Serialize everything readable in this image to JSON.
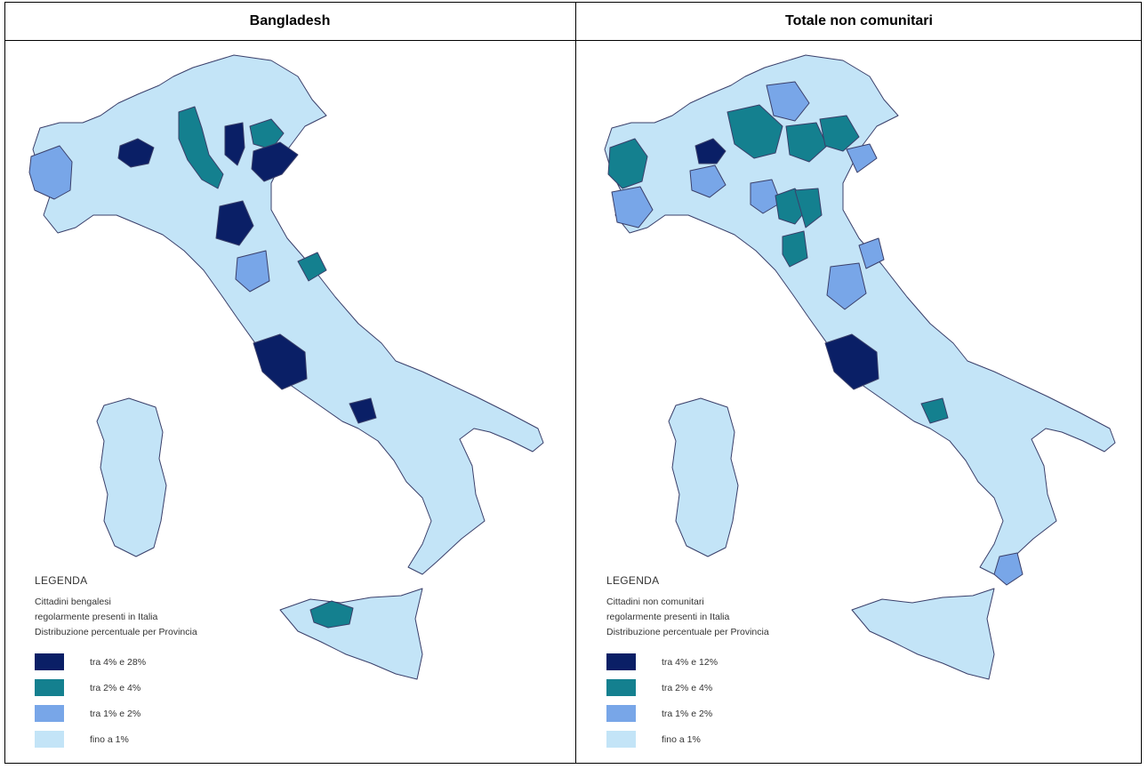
{
  "colors": {
    "c4": "#0a1f66",
    "c3": "#14808f",
    "c2": "#78a6e8",
    "c1": "#c3e4f7",
    "stroke": "#3a3f6a"
  },
  "panels": [
    {
      "title": "Bangladesh",
      "legend": {
        "title": "LEGENDA",
        "lines": [
          "Cittadini bengalesi",
          "regolarmente presenti in Italia",
          "Distribuzione percentuale per Provincia"
        ],
        "items": [
          {
            "label": "tra 4% e 28%",
            "color": "#0a1f66"
          },
          {
            "label": "tra 2% e 4%",
            "color": "#14808f"
          },
          {
            "label": "tra 1% e 2%",
            "color": "#78a6e8"
          },
          {
            "label": "fino a 1%",
            "color": "#c3e4f7"
          }
        ]
      }
    },
    {
      "title": "Totale non comunitari",
      "legend": {
        "title": "LEGENDA",
        "lines": [
          "Cittadini non comunitari",
          "regolarmente presenti in Italia",
          "Distribuzione percentuale per Provincia"
        ],
        "items": [
          {
            "label": "tra 4% e 12%",
            "color": "#0a1f66"
          },
          {
            "label": "tra 2% e 4%",
            "color": "#14808f"
          },
          {
            "label": "tra 1% e 2%",
            "color": "#78a6e8"
          },
          {
            "label": "fino a 1%",
            "color": "#c3e4f7"
          }
        ]
      }
    }
  ]
}
